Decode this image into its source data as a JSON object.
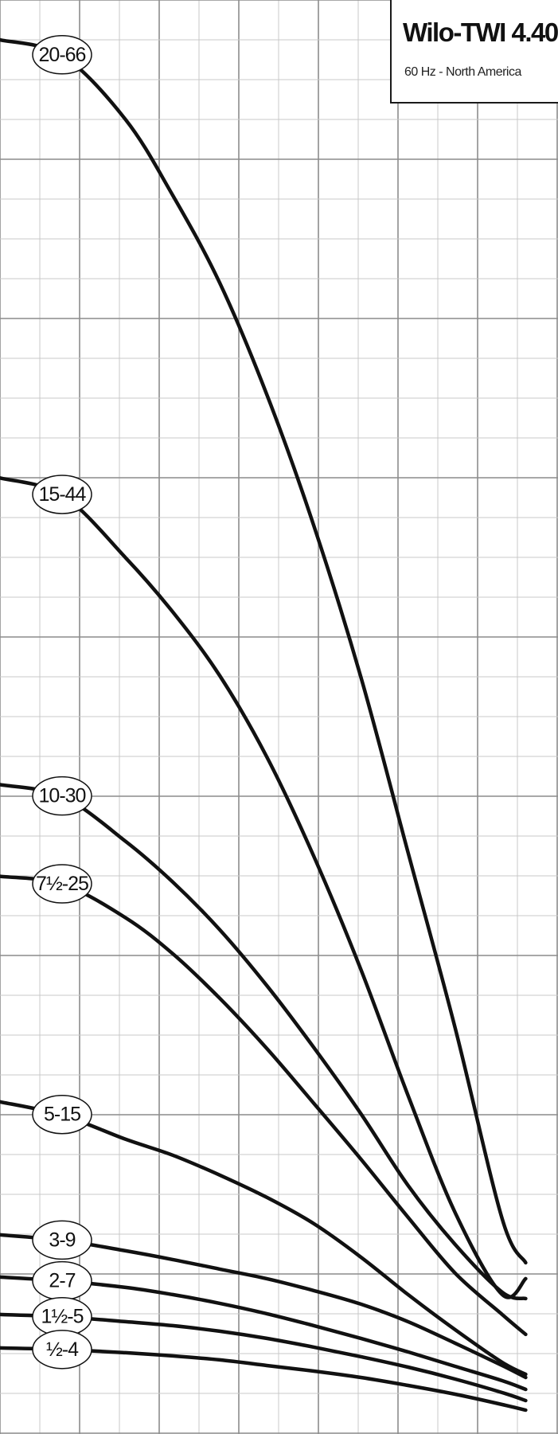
{
  "chart_data": {
    "type": "line",
    "title": "Wilo-TWI 4.40",
    "subtitle": "60 Hz - North America",
    "xlim": [
      0,
      70
    ],
    "ylim": [
      0,
      1800
    ],
    "grid": true,
    "series": [
      {
        "name": "20-66",
        "x": [
          0,
          8,
          16,
          22,
          28,
          34,
          40,
          46,
          52,
          58,
          64,
          67
        ],
        "y": [
          1750,
          1730,
          1650,
          1555,
          1445,
          1305,
          1140,
          950,
          730,
          510,
          270,
          215
        ]
      },
      {
        "name": "15-44",
        "x": [
          0,
          8,
          16,
          22,
          28,
          34,
          40,
          46,
          52,
          58,
          64,
          67
        ],
        "y": [
          1200,
          1178,
          1100,
          1032,
          952,
          850,
          725,
          583,
          425,
          278,
          175,
          195
        ]
      },
      {
        "name": "10-30",
        "x": [
          0,
          8,
          16,
          22,
          28,
          34,
          40,
          46,
          52,
          58,
          64,
          67
        ],
        "y": [
          815,
          800,
          744,
          693,
          633,
          563,
          485,
          402,
          312,
          238,
          178,
          170
        ]
      },
      {
        "name": "7½-25",
        "x": [
          0,
          8,
          16,
          22,
          28,
          34,
          40,
          46,
          52,
          58,
          64,
          67
        ],
        "y": [
          700,
          690,
          648,
          603,
          547,
          484,
          415,
          345,
          272,
          202,
          150,
          125
        ]
      },
      {
        "name": "5-15",
        "x": [
          0,
          8,
          16,
          22,
          28,
          34,
          40,
          46,
          52,
          58,
          64,
          67
        ],
        "y": [
          417,
          400,
          370,
          350,
          325,
          297,
          264,
          222,
          175,
          131,
          90,
          75
        ]
      },
      {
        "name": "3-9",
        "x": [
          0,
          8,
          16,
          22,
          28,
          34,
          40,
          46,
          52,
          58,
          64,
          67
        ],
        "y": [
          250,
          243,
          230,
          219,
          207,
          195,
          180,
          163,
          141,
          114,
          86,
          71
        ]
      },
      {
        "name": "2-7",
        "x": [
          0,
          8,
          16,
          22,
          28,
          34,
          40,
          46,
          52,
          58,
          64,
          67
        ],
        "y": [
          197,
          192,
          184,
          175,
          164,
          151,
          136,
          120,
          103,
          85,
          67,
          56
        ]
      },
      {
        "name": "1½-5",
        "x": [
          0,
          8,
          16,
          22,
          28,
          34,
          40,
          46,
          52,
          58,
          64,
          67
        ],
        "y": [
          150,
          147,
          141,
          136,
          129,
          120,
          109,
          97,
          84,
          69,
          52,
          42
        ]
      },
      {
        "name": "½-4",
        "x": [
          0,
          8,
          16,
          22,
          28,
          34,
          40,
          46,
          52,
          58,
          64,
          67
        ],
        "y": [
          108,
          106,
          102,
          98,
          93,
          86,
          79,
          71,
          61,
          50,
          37,
          30
        ]
      }
    ]
  },
  "colors": {
    "curve": "#111111",
    "grid_major": "#8c8c8c",
    "grid_minor": "#c9c9c9",
    "background": "#ffffff"
  }
}
